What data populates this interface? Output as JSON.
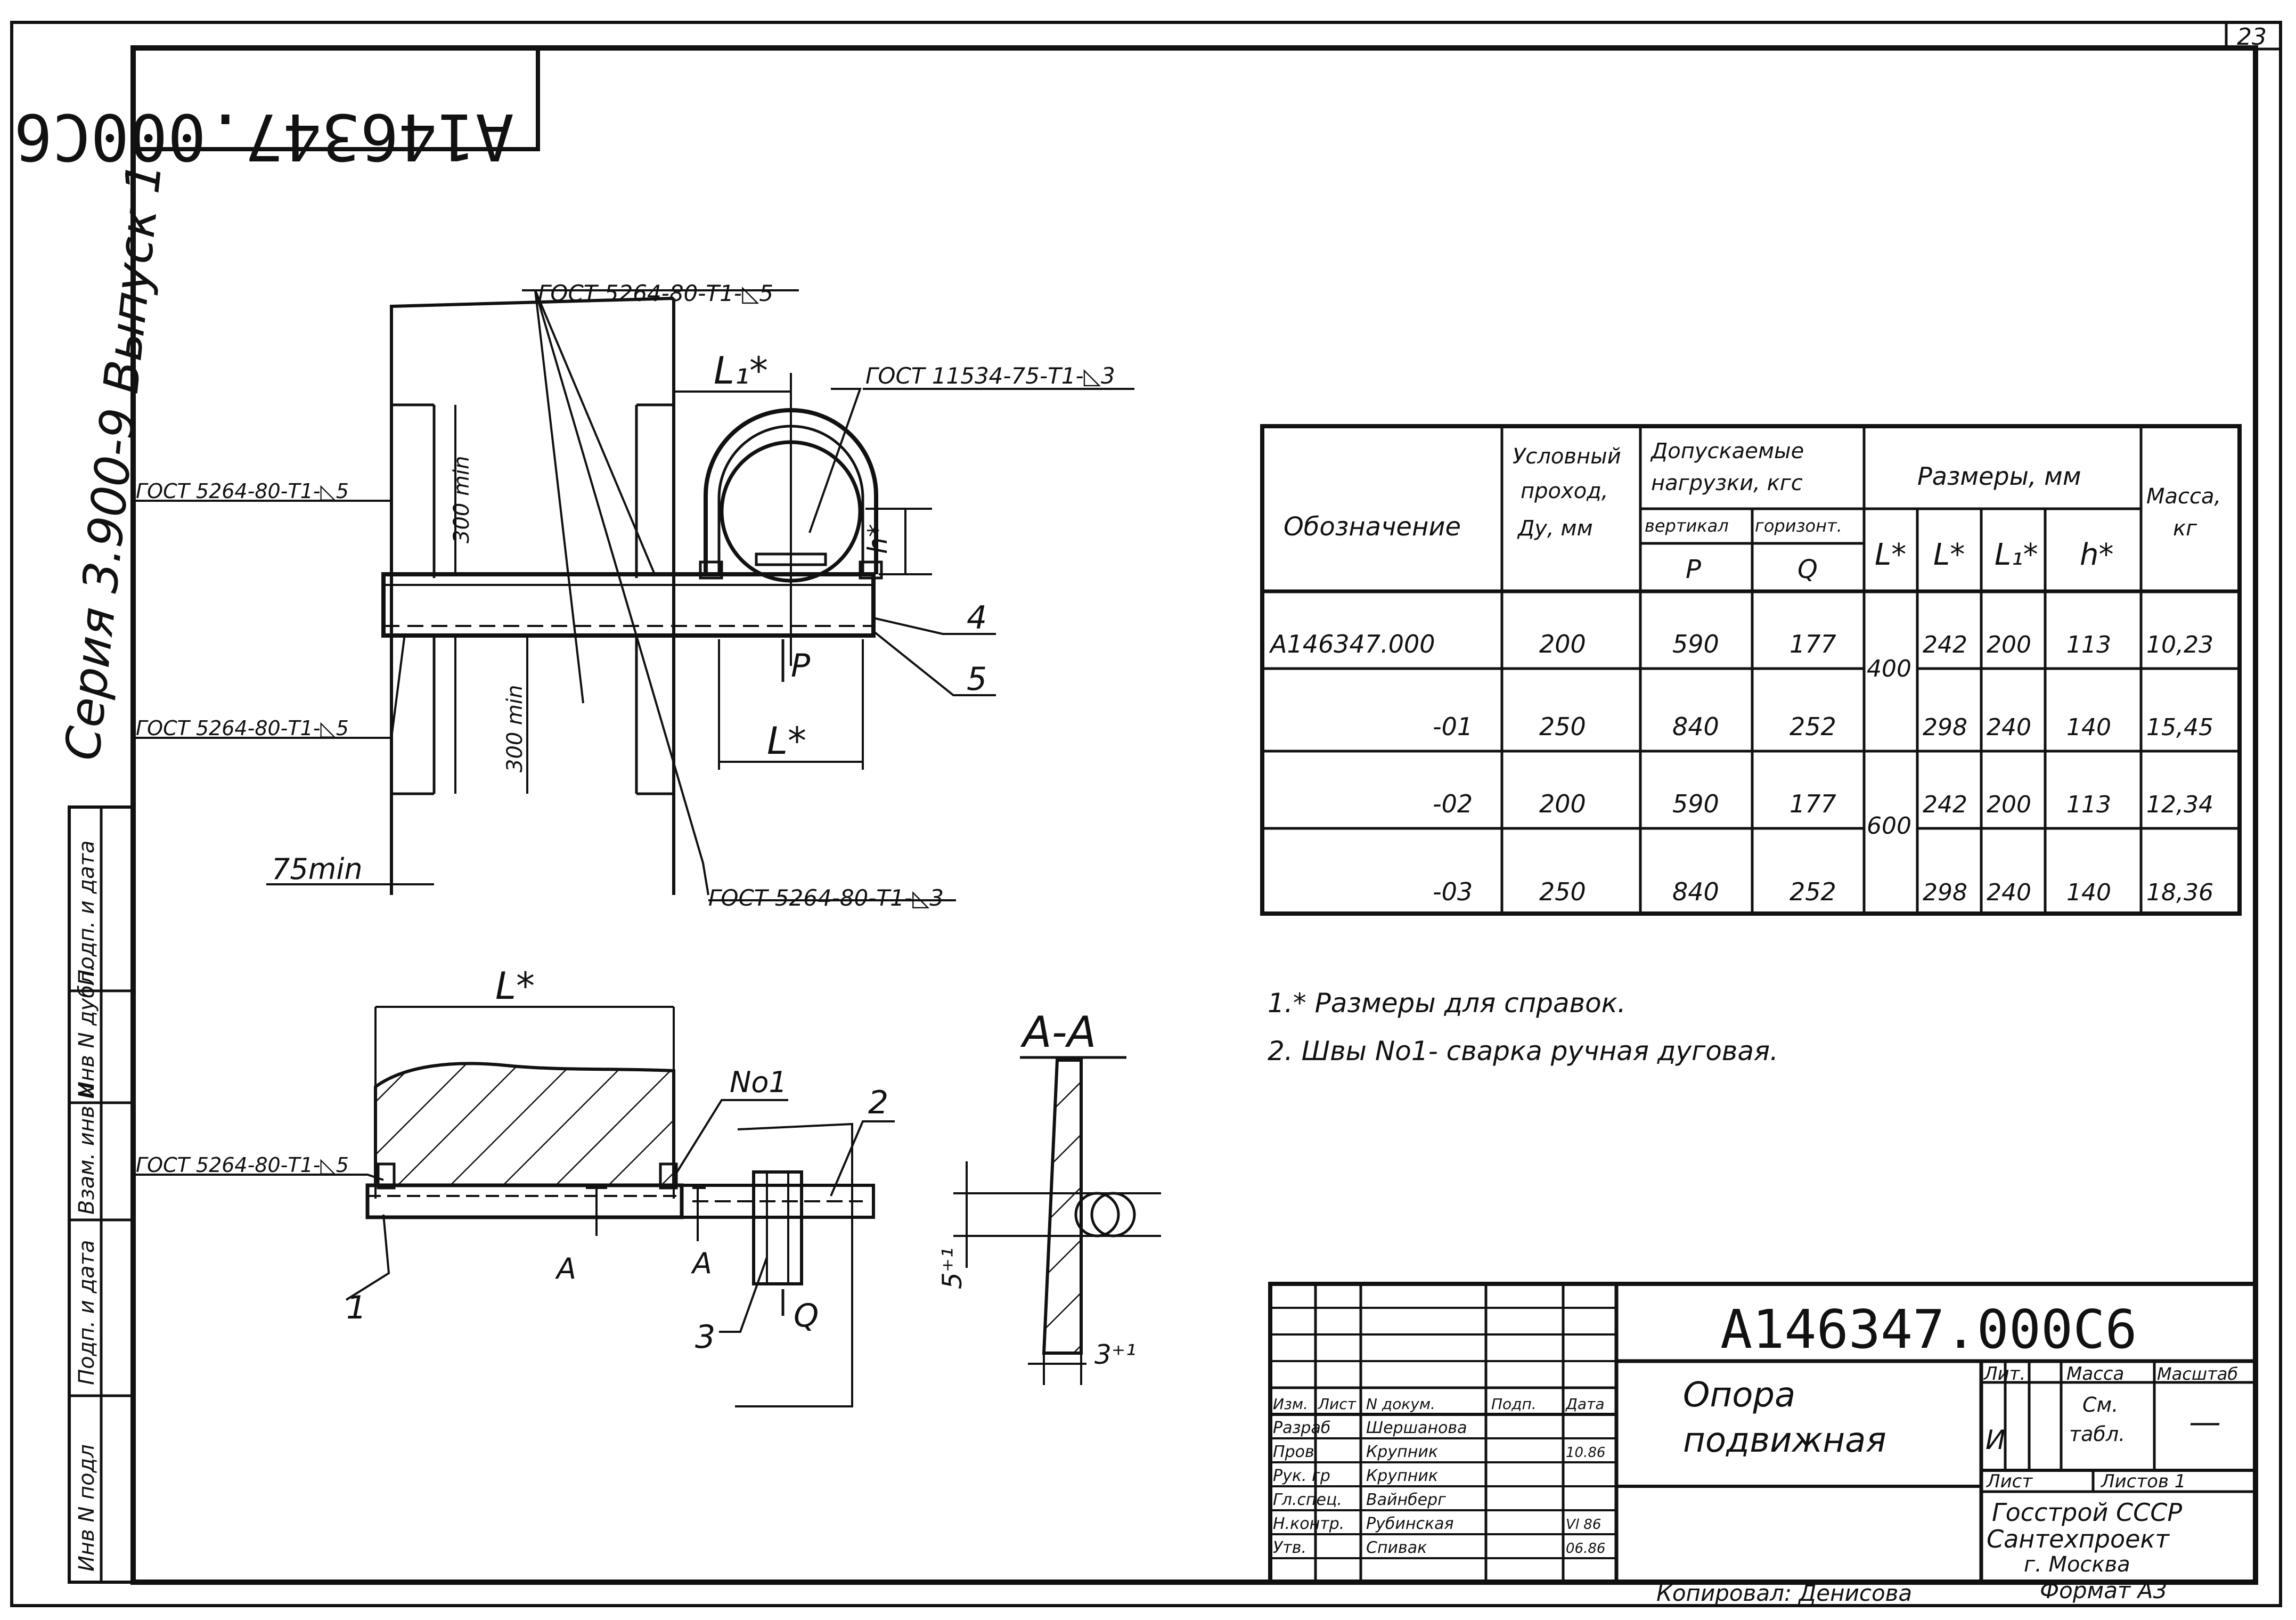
{
  "sheet": {
    "sheet_number": "23",
    "stamp_code": "A146347.000C6",
    "series": "Серия 3.900-9  Выпуск 1",
    "copied_by": "Копировал: Денисова",
    "format": "Формат А3"
  },
  "side_stamp": [
    "Инв N подл",
    "Подп. и дата",
    "Взам. инв N",
    "Инв N дубл.",
    "Подп. и дата"
  ],
  "top_view": {
    "labels": {
      "gost_weld_top": "ГОСТ 5264-80-Т1-◺5",
      "gost_weld_left": "ГОСТ 5264-80-Т1-◺5",
      "gost_weld_left_low": "ГОСТ 5264-80-Т1-◺5",
      "gost_weld_bottom": "ГОСТ 5264-80-Т1-◺3",
      "gost_clamp": "ГОСТ 11534-75-Т1-◺3",
      "dim_300_top": "300 min",
      "dim_300_bottom": "300 min",
      "dim_75": "75min",
      "l1": "L₁*",
      "h": "h*",
      "l": "L*",
      "p": "P",
      "pos_4": "4",
      "pos_5": "5"
    }
  },
  "section_view": {
    "labels": {
      "l": "L*",
      "weld": "No1",
      "gost_weld": "ГОСТ 5264-80-Т1-◺5",
      "a_left": "А",
      "a_right": "А",
      "q": "Q",
      "pos_1": "1",
      "pos_2": "2",
      "pos_3": "3"
    }
  },
  "detail_view": {
    "title": "А-А",
    "dim_5": "5⁺¹",
    "dim_3": "3⁺¹"
  },
  "table": {
    "header": {
      "designation": "Обозначение",
      "nominal": [
        "Условный",
        "проход,",
        "Ду, мм"
      ],
      "loads": [
        "Допускаемые",
        "нагрузки, кгс"
      ],
      "vertical": "вертикал",
      "horizontal": "горизонт.",
      "p": "P",
      "q": "Q",
      "sizes": "Размеры, мм",
      "l_star": "L*",
      "l_star2": "L*",
      "l1_star": "L₁*",
      "h_star": "h*",
      "mass": [
        "Масса,",
        "кг"
      ]
    },
    "rows": [
      {
        "designation": "А146347.000",
        "du": "200",
        "p": "590",
        "q": "177",
        "l": "242",
        "l1": "200",
        "h": "113",
        "mass": "10,23"
      },
      {
        "designation": "-01",
        "du": "250",
        "p": "840",
        "q": "252",
        "l": "298",
        "l1": "240",
        "h": "140",
        "mass": "15,45"
      },
      {
        "designation": "-02",
        "du": "200",
        "p": "590",
        "q": "177",
        "l": "242",
        "l1": "200",
        "h": "113",
        "mass": "12,34"
      },
      {
        "designation": "-03",
        "du": "250",
        "p": "840",
        "q": "252",
        "l": "298",
        "l1": "240",
        "h": "140",
        "mass": "18,36"
      }
    ],
    "group_l": [
      "400",
      "600"
    ]
  },
  "notes": [
    "1.* Размеры для справок.",
    "2. Швы No1- сварка ручная дуговая."
  ],
  "title_block": {
    "code": "А146347.000С6",
    "name_line1": "Опора",
    "name_line2": "подвижная",
    "lit_header": "Лит.",
    "mass_header": "Масса",
    "scale_header": "Масштаб",
    "lit_value": "И",
    "mass_value": [
      "См.",
      "табл."
    ],
    "scale_value": "—",
    "sheet_label": "Лист",
    "sheets_label": "Листов 1",
    "org_line1": "Госстрой СССР",
    "org_line2": "Сантехпроект",
    "org_line3": "г. Москва",
    "revision_header": [
      "Изм.",
      "Лист",
      "N докум.",
      "Подп.",
      "Дата"
    ],
    "staff": [
      {
        "role": "Разраб",
        "name": "Шершанова",
        "date": ""
      },
      {
        "role": "Пров",
        "name": "Крупник",
        "date": "10.86"
      },
      {
        "role": "Рук. гр",
        "name": "Крупник",
        "date": ""
      },
      {
        "role": "Гл.спец.",
        "name": "Вайнберг",
        "date": ""
      },
      {
        "role": "Н.контр.",
        "name": "Рубинская",
        "date": "Vl 86"
      },
      {
        "role": "Утв.",
        "name": "Спивак",
        "date": "06.86"
      }
    ]
  }
}
